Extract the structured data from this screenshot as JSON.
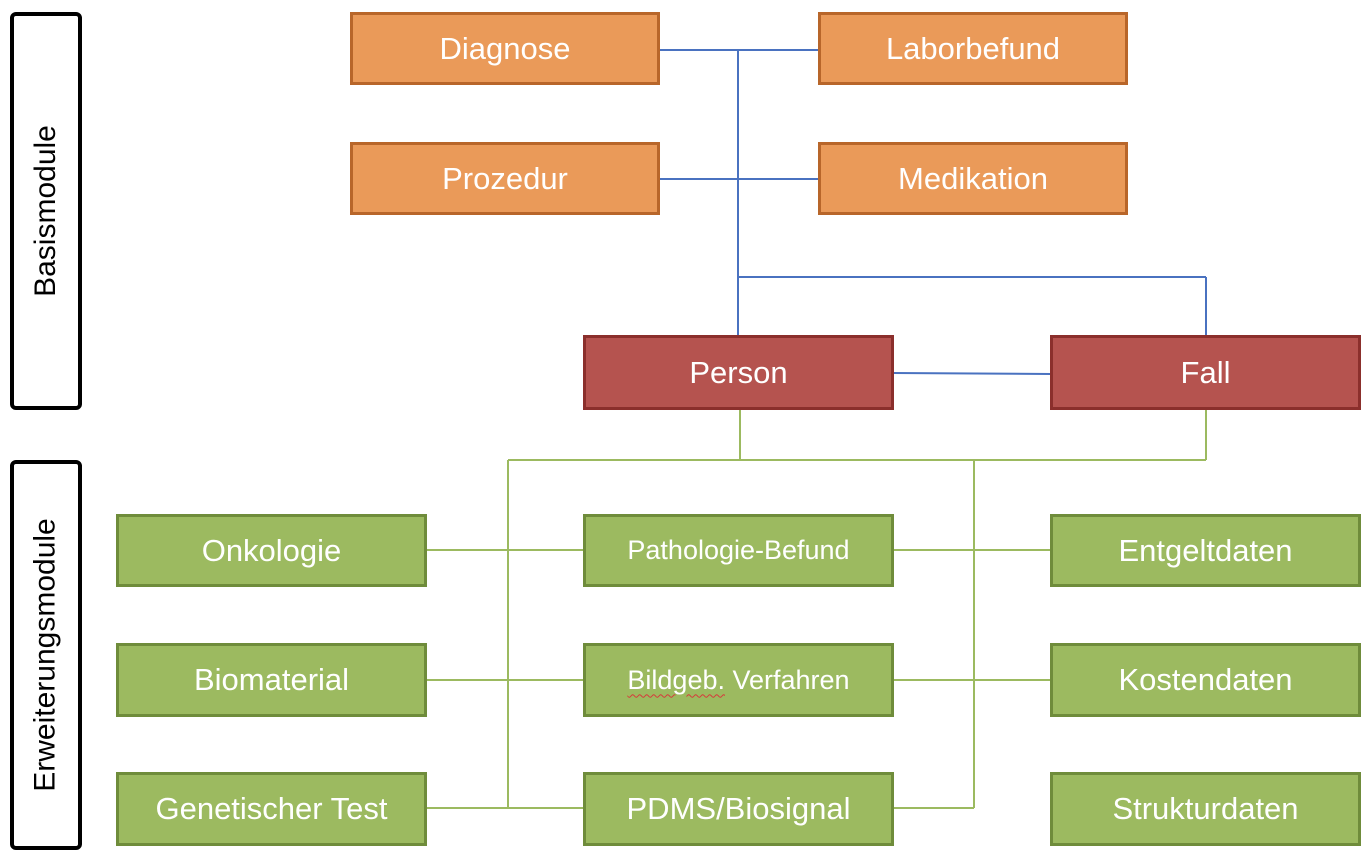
{
  "sections": {
    "basis": "Basismodule",
    "erweiterung": "Erweiterungsmodule"
  },
  "basis_modules": {
    "diagnose": "Diagnose",
    "laborbefund": "Laborbefund",
    "prozedur": "Prozedur",
    "medikation": "Medikation"
  },
  "core": {
    "person": "Person",
    "fall": "Fall"
  },
  "extension_modules": {
    "onkologie": "Onkologie",
    "pathologie": "Pathologie-Befund",
    "entgelt": "Entgeltdaten",
    "biomaterial": "Biomaterial",
    "bildgeb_a": "Bildgeb.",
    "bildgeb_b": " Verfahren",
    "kosten": "Kostendaten",
    "genetisch": "Genetischer Test",
    "pdms": "PDMS/Biosignal",
    "struktur": "Strukturdaten"
  },
  "colors": {
    "basis_fill": "#ea9a59",
    "core_fill": "#b5534f",
    "extension_fill": "#9cba60",
    "basis_links": "#4a72c0",
    "extension_links": "#9cba60"
  }
}
